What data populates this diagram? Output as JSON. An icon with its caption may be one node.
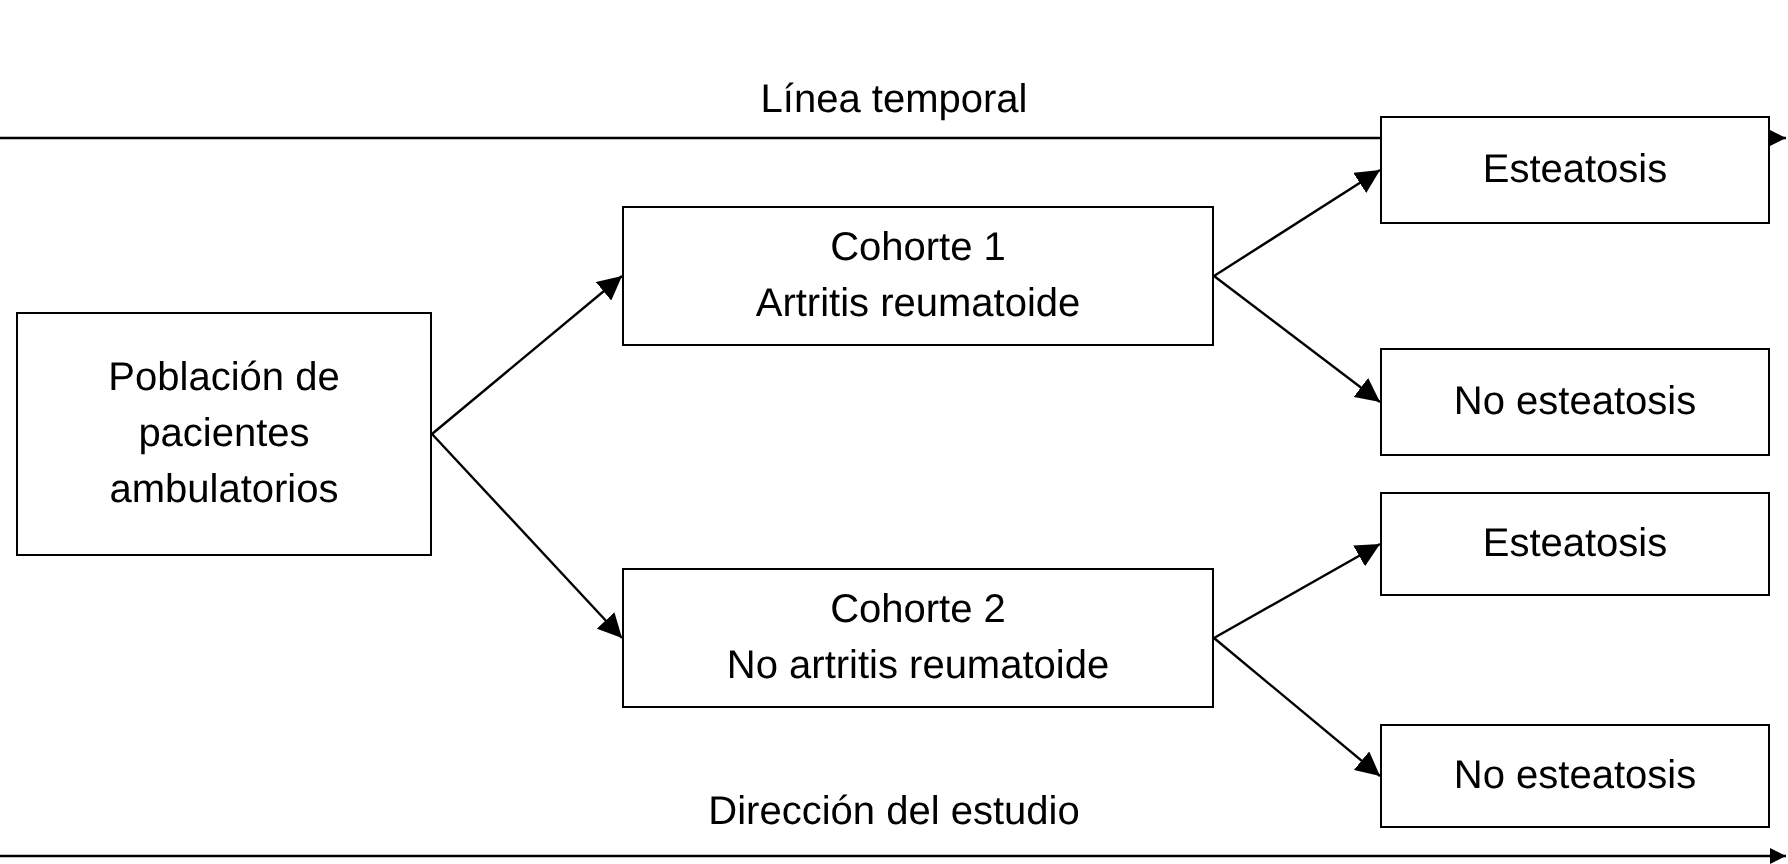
{
  "diagram": {
    "nodes": [
      {
        "text": [
          "Población de pacientes ambulatorios"
        ]
      },
      {
        "text": [
          "Cohorte 1",
          "Artritis reumatoide"
        ]
      },
      {
        "text": [
          "Esteatosis"
        ]
      },
      {
        "text": [
          "No esteatosis"
        ]
      },
      {
        "text": [
          "Cohorte 2",
          "No artritis reumatoide"
        ]
      },
      {
        "text": [
          "Esteatosis"
        ]
      },
      {
        "text": [
          "No esteatosis"
        ]
      }
    ],
    "edges": [
      {
        "from": 0,
        "to": 1,
        "arrow": "to"
      },
      {
        "from": 0,
        "to": 4,
        "arrow": "to"
      },
      {
        "from": 1,
        "to": 2,
        "arrow": "to"
      },
      {
        "from": 1,
        "to": 3,
        "arrow": "to"
      },
      {
        "from": 4,
        "to": 5,
        "arrow": "to"
      },
      {
        "from": 4,
        "to": 6,
        "arrow": "to"
      }
    ],
    "labels": [
      "Línea temporal",
      "Dirección del estudio"
    ]
  }
}
